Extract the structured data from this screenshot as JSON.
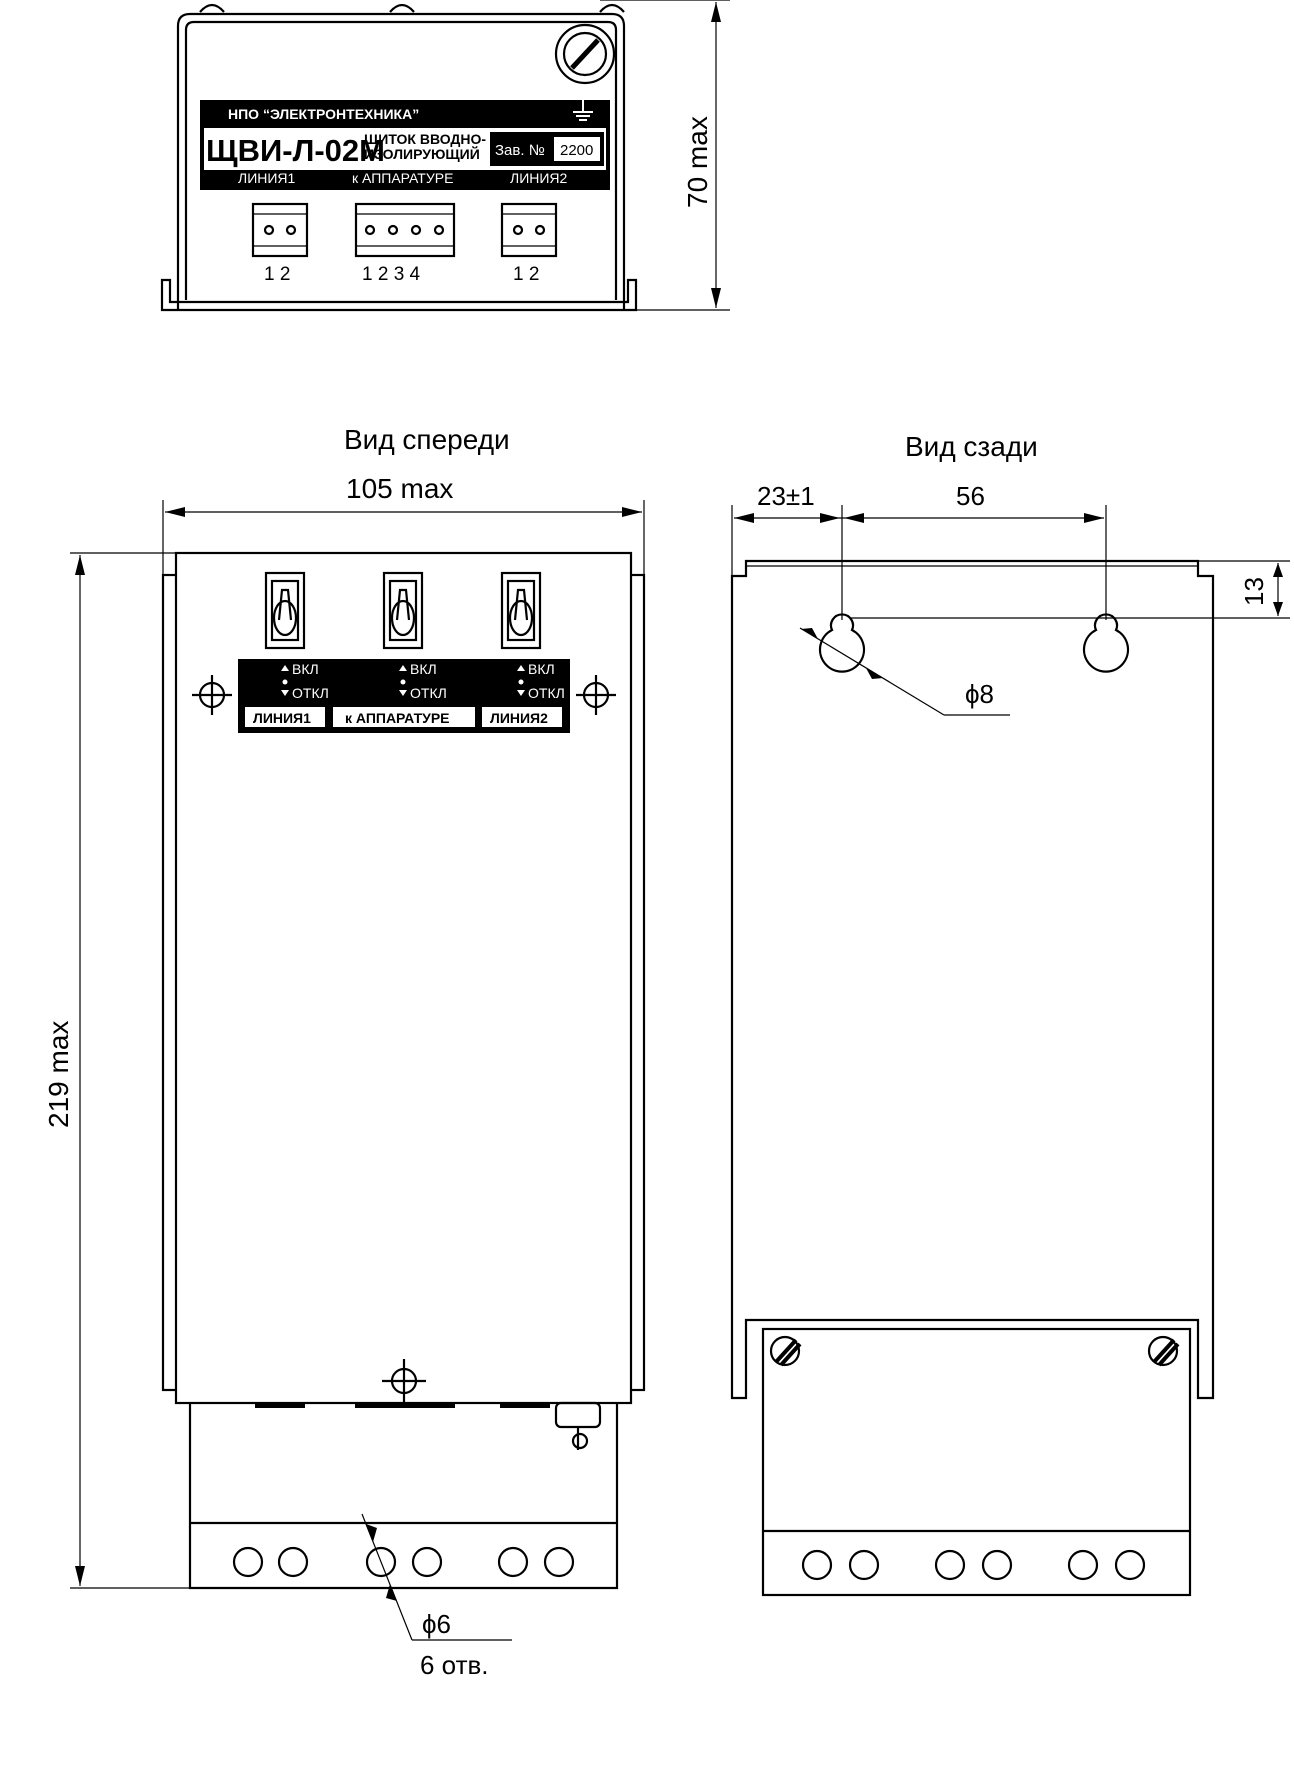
{
  "top_view": {
    "dim_height": "70 max",
    "label": {
      "manufacturer": "НПО “ЭЛЕКТРОНТЕХНИКА”",
      "model": "ЩВИ-Л-02М",
      "description_line1": "ЩИТОК ВВОДНО-",
      "description_line2": "ИЗОЛИРУЮЩИЙ",
      "serial_label": "Зав. №",
      "serial_value": "2200",
      "line1": "ЛИНИЯ1",
      "apparatus": "к АППАРАТУРЕ",
      "line2": "ЛИНИЯ2"
    },
    "terminals": {
      "line1_pins": "1 2",
      "apparatus_pins": "1 2 3 4",
      "line2_pins": "1 2"
    }
  },
  "front_view": {
    "title": "Вид спереди",
    "dim_width": "105 max",
    "dim_height": "219 max",
    "panel": {
      "on": "ВКЛ",
      "off": "ОТКЛ",
      "line1": "ЛИНИЯ1",
      "apparatus": "к АППАРАТУРЕ",
      "line2": "ЛИНИЯ2"
    },
    "hole_dia": "ϕ6",
    "hole_count": "6 отв."
  },
  "rear_view": {
    "title": "Вид сзади",
    "dim_offset": "23±1",
    "dim_spacing": "56",
    "dim_top": "13",
    "keyhole_dia": "ϕ8"
  }
}
